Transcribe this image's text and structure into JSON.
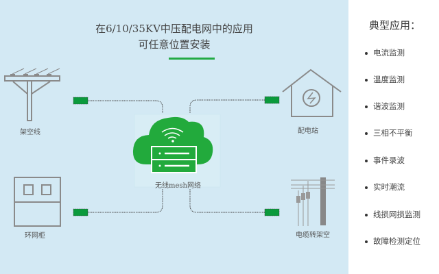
{
  "diagram": {
    "title_line1": "在6/10/35KV中压配电网中的应用",
    "title_line2": "可任意位置安装",
    "center_label": "无线mesh网络",
    "nodes": {
      "overhead_line": "架空线",
      "substation": "配电站",
      "ring_main_unit": "环网柜",
      "cable_to_overhead": "电缆转架空"
    },
    "colors": {
      "accent": "#22aa44",
      "panel_bg": "#d3e9f4",
      "icon_gray": "#8a8a8a"
    }
  },
  "applications": {
    "title": "典型应用：",
    "items": [
      "电流监测",
      "温度监测",
      "谐波监测",
      "三相不平衡",
      "事件录波",
      "实时潮流",
      "线损网损监测",
      "故障检测定位"
    ]
  }
}
